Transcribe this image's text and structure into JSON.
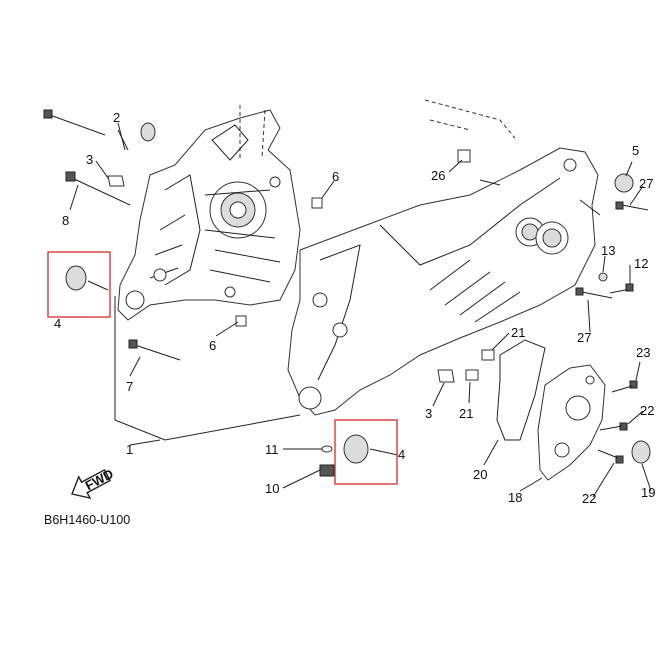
{
  "diagram": {
    "code": "B6H1460-U100",
    "fwd_label": "FWD",
    "callouts": [
      "1",
      "2",
      "3",
      "4",
      "5",
      "6",
      "7",
      "8",
      "10",
      "11",
      "12",
      "13",
      "18",
      "19",
      "20",
      "21",
      "22",
      "23",
      "26",
      "27"
    ],
    "colors": {
      "highlight": "#d63a3a",
      "ink": "#222222"
    }
  }
}
